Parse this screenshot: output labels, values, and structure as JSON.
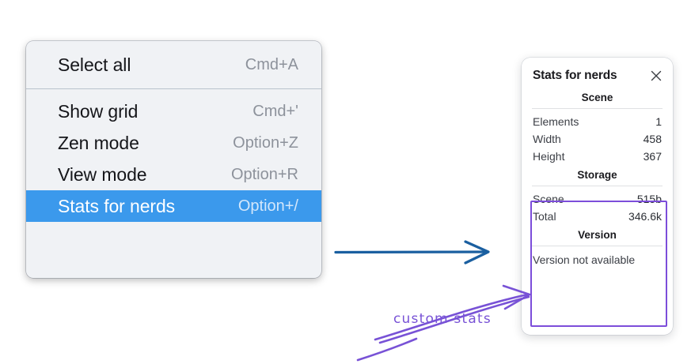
{
  "context_menu": {
    "groups": [
      {
        "items": [
          {
            "label": "Select all",
            "shortcut": "Cmd+A",
            "selected": false
          }
        ]
      },
      {
        "items": [
          {
            "label": "Show grid",
            "shortcut": "Cmd+'",
            "selected": false
          },
          {
            "label": "Zen mode",
            "shortcut": "Option+Z",
            "selected": false
          },
          {
            "label": "View mode",
            "shortcut": "Option+R",
            "selected": false
          },
          {
            "label": "Stats for nerds",
            "shortcut": "Option+/",
            "selected": true
          }
        ]
      }
    ],
    "highlight_color": "#3b99ec",
    "background_color": "#f0f2f5"
  },
  "stats_panel": {
    "title": "Stats for nerds",
    "close_icon": "close-icon",
    "sections": [
      {
        "heading": "Scene",
        "rows": [
          {
            "label": "Elements",
            "value": "1"
          },
          {
            "label": "Width",
            "value": "458"
          },
          {
            "label": "Height",
            "value": "367"
          }
        ]
      },
      {
        "heading": "Storage",
        "rows": [
          {
            "label": "Scene",
            "value": "515b"
          },
          {
            "label": "Total",
            "value": "346.6k"
          }
        ]
      },
      {
        "heading": "Version",
        "single_value": "Version not available"
      }
    ]
  },
  "annotations": {
    "handwritten_label": "custom stats",
    "handwriting_color": "#7852d6",
    "highlight_box_color": "#7c4dda",
    "pointer_arrow_color": "#1a5fa0"
  }
}
